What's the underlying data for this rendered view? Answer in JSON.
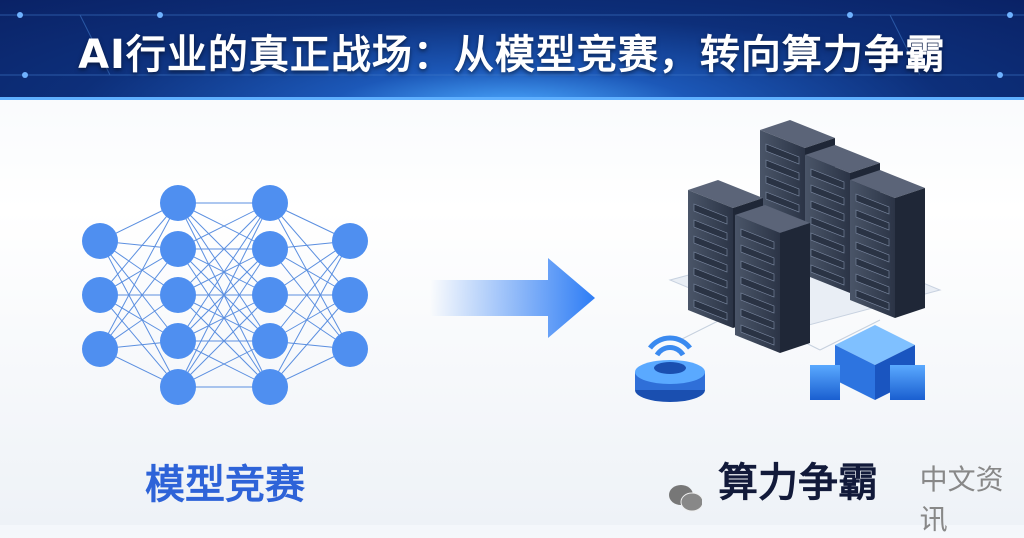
{
  "header": {
    "title": "AI行业的真正战场：从模型竞赛，转向算力争霸"
  },
  "left": {
    "label": "模型竞赛",
    "network_layers": [
      3,
      5,
      5,
      3
    ],
    "node_color": "#4f8ff0"
  },
  "right": {
    "label": "算力争霸"
  },
  "watermark": {
    "text": "中文资讯",
    "icon": "wechat-icon"
  },
  "colors": {
    "banner": "#0d2f7a",
    "accent": "#2e63d8",
    "server": "#3a4558"
  }
}
